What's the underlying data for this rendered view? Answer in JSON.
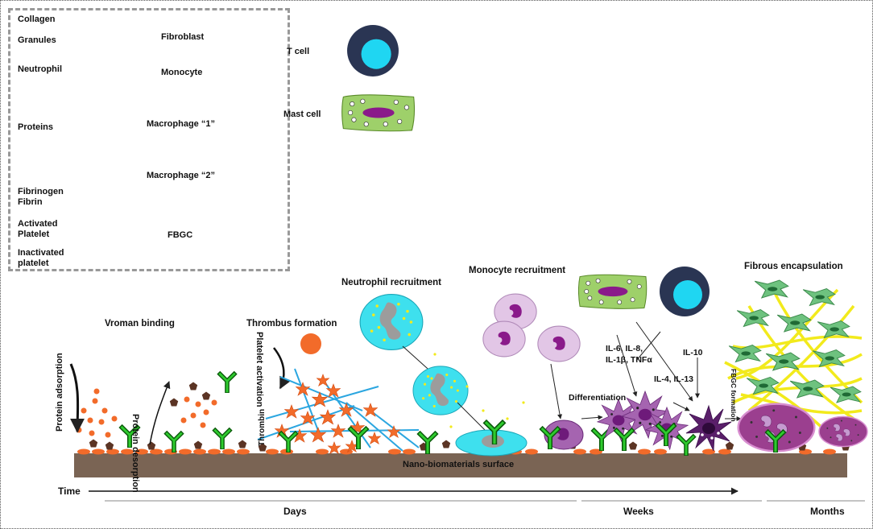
{
  "legend": {
    "collagen": "Collagen",
    "granules": "Granules",
    "neutrophil": "Neutrophil",
    "proteins": "Proteins",
    "fibrinogen": "Fibrinogen",
    "fibrin": "Fibrin",
    "activated_platelet_1": "Activated",
    "activated_platelet_2": "Platelet",
    "inactivated_platelet_1": "Inactivated",
    "inactivated_platelet_2": "platelet",
    "fibroblast": "Fibroblast",
    "monocyte": "Monocyte",
    "macrophage_1": "Macrophage “1”",
    "macrophage_2": "Macrophage “2”",
    "fbgc": "FBGC",
    "t_cell": "T cell",
    "mast_cell": "Mast cell"
  },
  "stages": {
    "protein_adsorption": "Protein adsorption",
    "vroman_binding": "Vroman binding",
    "protein_desorption": "Protein desorption",
    "thrombus_formation": "Thrombus formation",
    "platelet_activation": "Platelet activation",
    "thrombin": "Thrombin",
    "neutrophil_recruitment": "Neutrophil recruitment",
    "monocyte_recruitment": "Monocyte recruitment",
    "differentiation": "Differentiation",
    "cytokines_1_line1": "IL-6, IL-8,",
    "cytokines_1_line2": "IL-1β, TNFα",
    "il10": "IL-10",
    "il4_il13": "IL-4, IL-13",
    "fbgc_formation": "FBGC formation",
    "fibrous_encapsulation": "Fibrous encapsulation",
    "surface": "Nano-biomaterials surface"
  },
  "timeline": {
    "label": "Time",
    "days": "Days",
    "weeks": "Weeks",
    "months": "Months"
  },
  "colors": {
    "collagen": "#f2ea1c",
    "neutrophil": "#3ee0ee",
    "protein": "#2ecc2e",
    "fibrin": "#2ba6e0",
    "platelet_active": "#f26b2a",
    "platelet_inactive": "#f26b2a",
    "fibroblast": "#6ec27f",
    "monocyte": "#e2c6e6",
    "macrophage": "#7b3a86",
    "fbgc": "#9b3f8f",
    "t_cell_outer": "#2a3553",
    "t_cell_inner": "#1fd6f2",
    "mast_cell": "#9ed06a",
    "surface": "#7a6454",
    "fibrinogen": "#6b3b2a"
  }
}
